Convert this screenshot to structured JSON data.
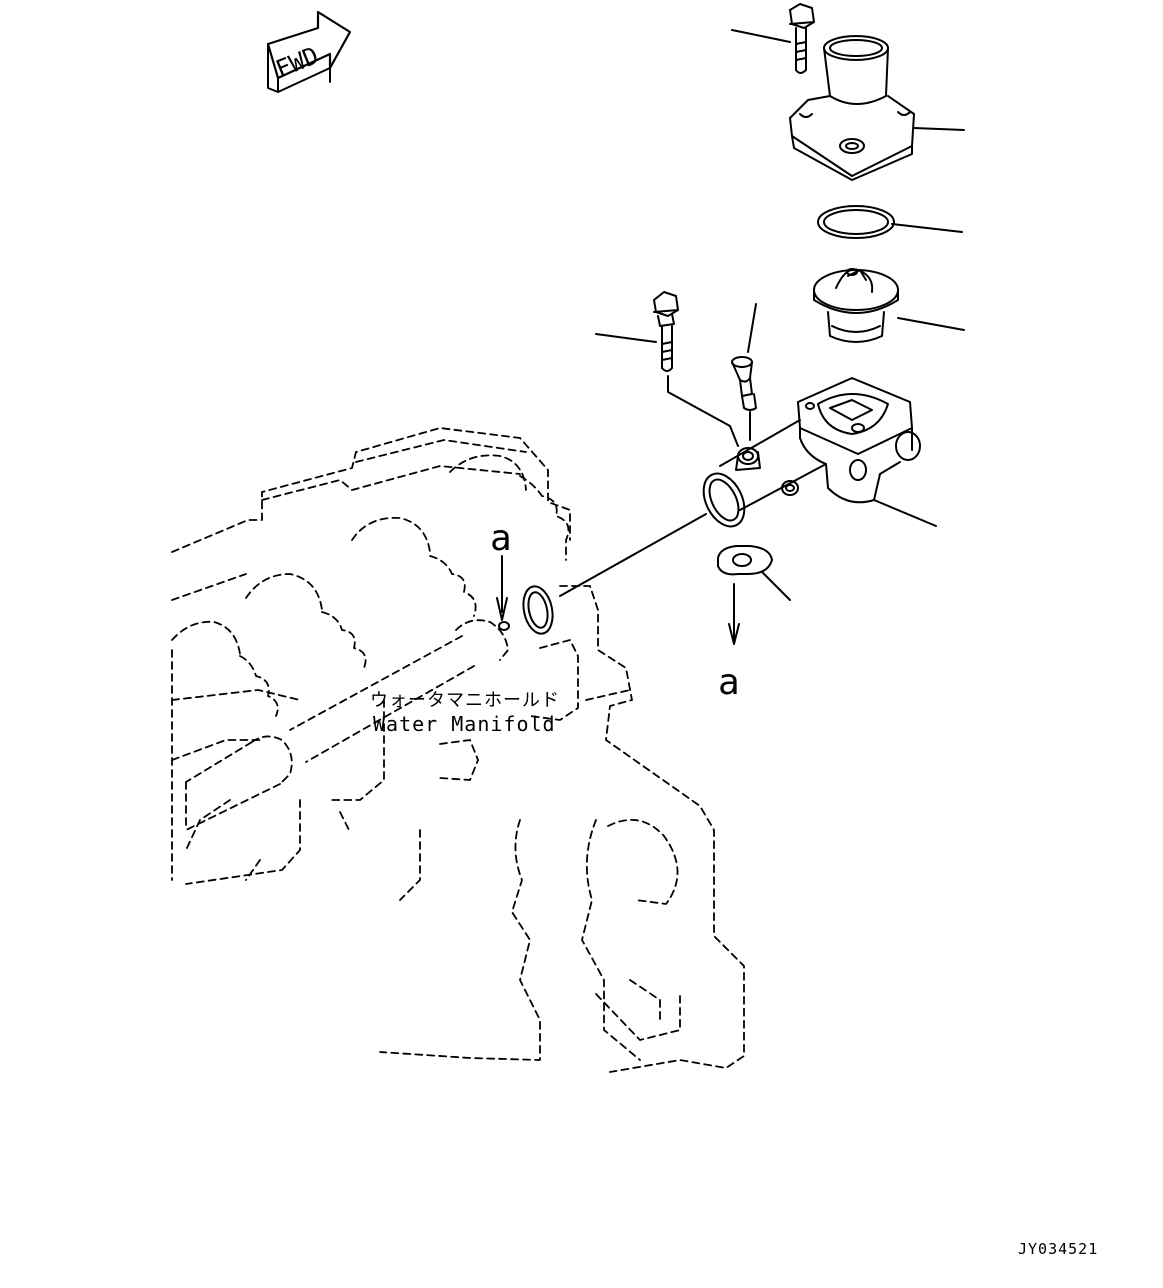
{
  "figure": {
    "forward_marker": "FWD",
    "reference_letter": "a",
    "manifold_label_jp": "ウォータマニホールド",
    "manifold_label_en": "Water Manifold",
    "drawing_code": "JY034521"
  },
  "parts": [
    "bolt-upper",
    "thermostat-cover",
    "o-ring",
    "thermostat",
    "bolt-lower",
    "breather-pipe",
    "thermostat-housing",
    "gasket",
    "manifold-o-ring"
  ]
}
